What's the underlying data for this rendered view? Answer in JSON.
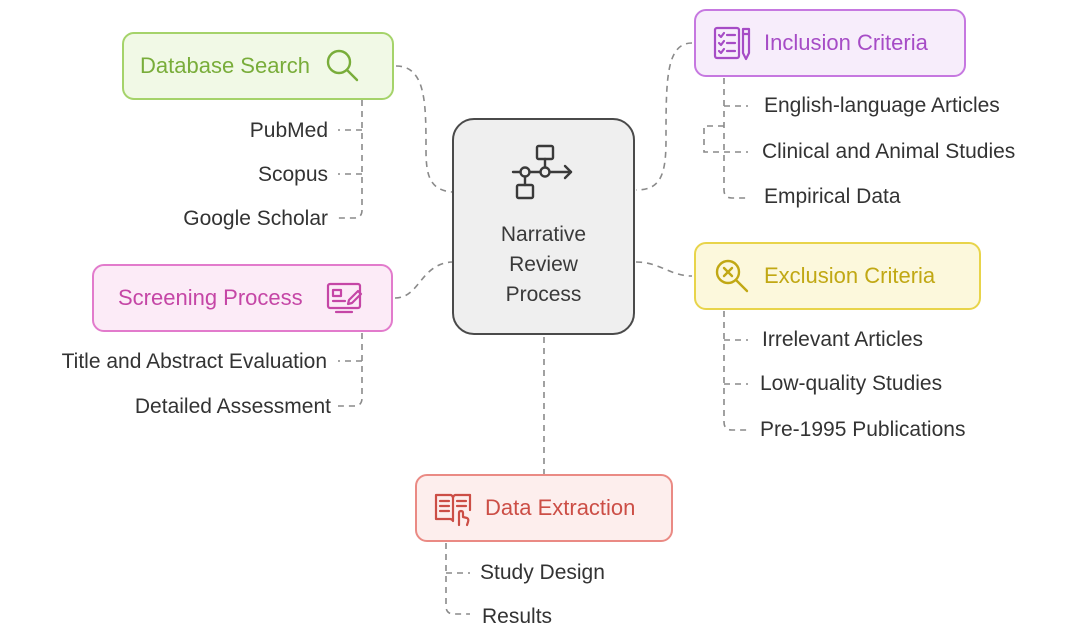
{
  "center": {
    "label": "Narrative\nReview\nProcess",
    "icon": "workflow-icon"
  },
  "nodes": {
    "database_search": {
      "label": "Database Search",
      "icon": "magnifier-icon",
      "color": "#79ad3a",
      "items": [
        "PubMed",
        "Scopus",
        "Google Scholar"
      ]
    },
    "inclusion_criteria": {
      "label": "Inclusion Criteria",
      "icon": "checklist-pen-icon",
      "color": "#a64cc6",
      "items": [
        "English-language Articles",
        "Clinical and Animal Studies",
        "Empirical Data"
      ]
    },
    "screening_process": {
      "label": "Screening Process",
      "icon": "monitor-edit-icon",
      "color": "#c546a6",
      "items": [
        "Title and Abstract Evaluation",
        "Detailed Assessment"
      ]
    },
    "exclusion_criteria": {
      "label": "Exclusion Criteria",
      "icon": "search-x-icon",
      "color": "#c1a814",
      "items": [
        "Irrelevant Articles",
        "Low-quality Studies",
        "Pre-1995 Publications"
      ]
    },
    "data_extraction": {
      "label": "Data Extraction",
      "icon": "reading-book-icon",
      "color": "#cc4e46",
      "items": [
        "Study Design",
        "Results"
      ]
    }
  }
}
